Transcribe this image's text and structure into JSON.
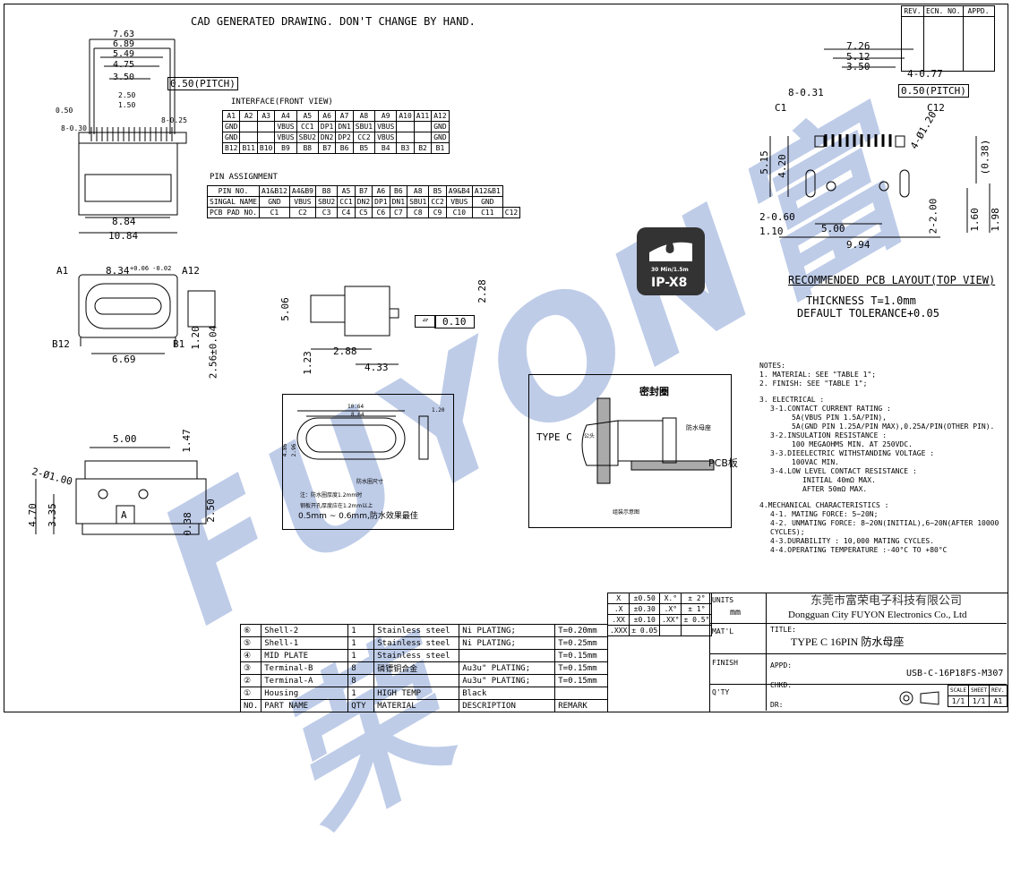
{
  "header": {
    "cad_note": "CAD GENERATED DRAWING. DON'T CHANGE BY HAND.",
    "rev_block": [
      "REV.",
      "ECN. NO.",
      "APPD."
    ]
  },
  "dims_front": {
    "d763": "7.63",
    "d689": "6.89",
    "d549": "5.49",
    "d475": "4.75",
    "d350": "3.50",
    "d250": "2.50",
    "d150": "1.50",
    "d050": "0.50",
    "pitch": "0.50(PITCH)",
    "p8_030": "8-0.30",
    "p8_025": "8-0.25",
    "d884": "8.84",
    "d1084": "10.84"
  },
  "interface": {
    "title": "INTERFACE(FRONT VIEW)",
    "rows": [
      [
        "A1",
        "A2",
        "A3",
        "A4",
        "A5",
        "A6",
        "A7",
        "A8",
        "A9",
        "A10",
        "A11",
        "A12"
      ],
      [
        "GND",
        "",
        "",
        "VBUS",
        "CC1",
        "DP1",
        "DN1",
        "SBU1",
        "VBUS",
        "",
        "",
        "GND"
      ],
      [
        "GND",
        "",
        "",
        "VBUS",
        "SBU2",
        "DN2",
        "DP2",
        "CC2",
        "VBUS",
        "",
        "",
        "GND"
      ],
      [
        "B12",
        "B11",
        "B10",
        "B9",
        "B8",
        "B7",
        "B6",
        "B5",
        "B4",
        "B3",
        "B2",
        "B1"
      ]
    ]
  },
  "pin_assign": {
    "title": "PIN ASSIGNMENT",
    "rows": [
      [
        "PIN NO.",
        "A1&B12",
        "A4&B9",
        "B8",
        "A5",
        "B7",
        "A6",
        "B6",
        "A8",
        "B5",
        "A9&B4",
        "A12&B1"
      ],
      [
        "SINGAL NAME",
        "GND",
        "VBUS",
        "SBU2",
        "CC1",
        "DN2",
        "DP1",
        "DN1",
        "SBU1",
        "CC2",
        "VBUS",
        "GND"
      ],
      [
        "PCB PAD NO.",
        "C1",
        "C2",
        "C3",
        "C4",
        "C5",
        "C6",
        "C7",
        "C8",
        "C9",
        "C10",
        "C11",
        "C12"
      ]
    ]
  },
  "pcb_layout": {
    "d726": "7.26",
    "d512": "5.12",
    "d350": "3.50",
    "d4_077": "4-0.77",
    "pitch": "0.50(PITCH)",
    "d8_031": "8-0.31",
    "c1": "C1",
    "c12": "C12",
    "d4_120": "4-Ø1.20",
    "d515": "5.15",
    "d420": "4.20",
    "d038": "(0.38)",
    "d2_060": "2-0.60",
    "d110": "1.10",
    "d500": "5.00",
    "d994": "9.94",
    "d2_200": "2-2.00",
    "d160": "1.60",
    "d198": "1.98",
    "title": "RECOMMENDED PCB LAYOUT(TOP VIEW)",
    "thickness": "THICKNESS T=1.0mm",
    "tolerance": "DEFAULT TOLERANCE+0.05"
  },
  "ip_badge": {
    "rating": "IP-X8",
    "depth": "30 Min/1.5m"
  },
  "watermark": "FUYON富荣",
  "front_view": {
    "a1": "A1",
    "a12": "A12",
    "b12": "B12",
    "b1": "B1",
    "d834": "8.34",
    "tol": "+0.06 -0.02",
    "d669": "6.69",
    "d120": "1.20",
    "d256": "2.56±0.04"
  },
  "side_view": {
    "d506": "5.06",
    "d228": "2.28",
    "d288": "2.88",
    "d123": "1.23",
    "d433": "4.33",
    "flat": "0.10"
  },
  "bottom_view": {
    "d500": "5.00",
    "d147": "1.47",
    "d2_100": "2-Ø1.00",
    "d470": "4.70",
    "d335": "3.35",
    "d038": "0.38",
    "d250": "2.50",
    "mark": "A"
  },
  "seal_ring": {
    "d1064": "10.64",
    "d864": "8.64",
    "d486": "4.86",
    "d296": "2.96",
    "d120": "1.20",
    "caption": "防水圈尺寸",
    "note1": "注：防水圈厚度1.2mm时",
    "note2": "钢板开孔厚度应在1.2mm以上",
    "note3": "0.5mm ~ 0.6mm,防水效果最佳"
  },
  "assembly": {
    "seal": "密封圈",
    "type_c": "TYPE C",
    "plug": "公头",
    "receptacle": "防水母座",
    "pcb": "PCB板",
    "caption": "组装示意图"
  },
  "notes": [
    "NOTES:",
    "1. MATERIAL: SEE \"TABLE 1\";",
    "2. FINISH: SEE \"TABLE 1\";",
    "3. ELECTRICAL :",
    "3-1.CONTACT CURRENT RATING :",
    "5A(VBUS PIN 1.5A/PIN),",
    "5A(GND PIN 1.25A/PIN MAX),0.25A/PIN(OTHER PIN).",
    "3-2.INSULATION RESISTANCE :",
    "100 MEGAOHMS MIN. AT 250VDC.",
    "3-3.DIEELECTRIC WITHSTANDING VOLTAGE :",
    "100VAC MIN.",
    "3-4.LOW LEVEL CONTACT RESISTANCE :",
    "INITIAL 40mΩ MAX.",
    "AFTER 50mΩ MAX.",
    "4.MECHANICAL CHARACTERISTICS :",
    "4-1. MATING FORCE: 5~20N;",
    "4-2. UNMATING FORCE: 8~20N(INITIAL),6~20N(AFTER 10000 CYCLES);",
    "4-3.DURABILITY : 10,000 MATING CYCLES.",
    "4-4.OPERATING TEMPERATURE :-40°C TO +80°C"
  ],
  "bom": {
    "rows": [
      [
        "⑥",
        "Shell-2",
        "1",
        "Stainless steel",
        "Ni PLATING;",
        "T=0.20mm"
      ],
      [
        "⑤",
        "Shell-1",
        "1",
        "Stainless steel",
        "Ni PLATING;",
        "T=0.25mm"
      ],
      [
        "④",
        "MID PLATE",
        "1",
        "Stainless steel",
        "",
        "T=0.15mm"
      ],
      [
        "③",
        "Terminal-B",
        "8",
        "磷镖铜合金",
        "Au3u\" PLATING;",
        "T=0.15mm"
      ],
      [
        "②",
        "Terminal-A",
        "8",
        "",
        "Au3u\" PLATING;",
        "T=0.15mm"
      ],
      [
        "①",
        "Housing",
        "1",
        "HIGH TEMP",
        "Black",
        ""
      ]
    ],
    "header": [
      "NO.",
      "PART NAME",
      "QTY",
      "MATERIAL",
      "DESCRIPTION",
      "REMARK"
    ]
  },
  "tolerance": {
    "rows": [
      [
        "X",
        "±0.50",
        "X.°",
        "± 2°"
      ],
      [
        ".X",
        "±0.30",
        ".X°",
        "± 1°"
      ],
      [
        ".XX",
        "±0.10",
        ".XX°",
        "± 0.5°"
      ],
      [
        ".XXX",
        "± 0.05",
        "",
        ""
      ]
    ]
  },
  "title_block": {
    "units": "UNITS",
    "mm": "mm",
    "matl": "MAT'L",
    "finish": "FINISH",
    "qty": "Q'TY",
    "company_cn": "东莞市富荣电子科技有限公司",
    "company_en": "Dongguan City FUYON Electronics Co., Ltd",
    "title_label": "TITLE:",
    "title": "TYPE C 16PIN 防水母座",
    "appd": "APPD:",
    "chkd": "CHKD:",
    "dr": "DR:",
    "part_no": "USB-C-16P18FS-M307",
    "scale_h": "SCALE",
    "sheet_h": "SHEET",
    "rev_h": "REV.",
    "scale": "1/1",
    "sheet": "1/1",
    "rev": "A1"
  }
}
